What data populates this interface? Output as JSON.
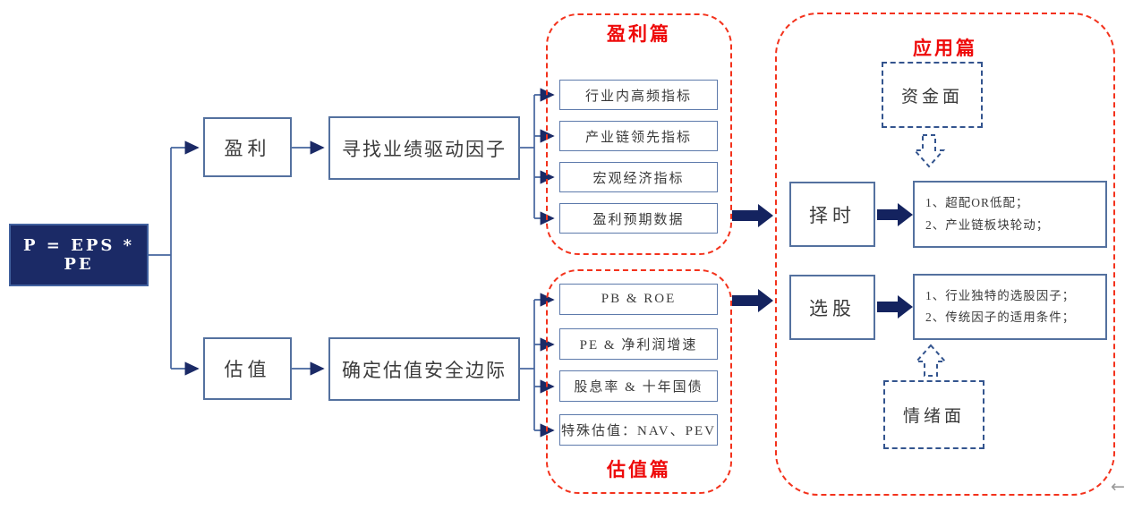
{
  "root": {
    "formula": "P = EPS * PE"
  },
  "profit_branch": {
    "label": "盈利",
    "action": "寻找业绩驱动因子"
  },
  "valuation_branch": {
    "label": "估值",
    "action": "确定估值安全边际"
  },
  "profit_group": {
    "title": "盈利篇",
    "items": [
      "行业内高频指标",
      "产业链领先指标",
      "宏观经济指标",
      "盈利预期数据"
    ]
  },
  "valuation_group": {
    "title": "估值篇",
    "items": [
      "PB & ROE",
      "PE & 净利润增速",
      "股息率 & 十年国债",
      "特殊估值：NAV、PEV"
    ]
  },
  "application_group": {
    "title": "应用篇",
    "capital_label": "资金面",
    "sentiment_label": "情绪面",
    "timing": {
      "label": "择时",
      "lines": [
        "1、超配OR低配；",
        "2、产业链板块轮动；"
      ]
    },
    "selection": {
      "label": "选股",
      "lines": [
        "1、行业独特的选股因子；",
        "2、传统因子的适用条件；"
      ]
    }
  },
  "misc": {
    "back_arrow": "←"
  },
  "colors": {
    "navy": "#1b2a66",
    "wire_blue": "#44649e",
    "red_dashed": "#f3321c",
    "title_red": "#ee0a0a",
    "box_border": "#54719f",
    "text_dark": "#3b3b3b"
  }
}
